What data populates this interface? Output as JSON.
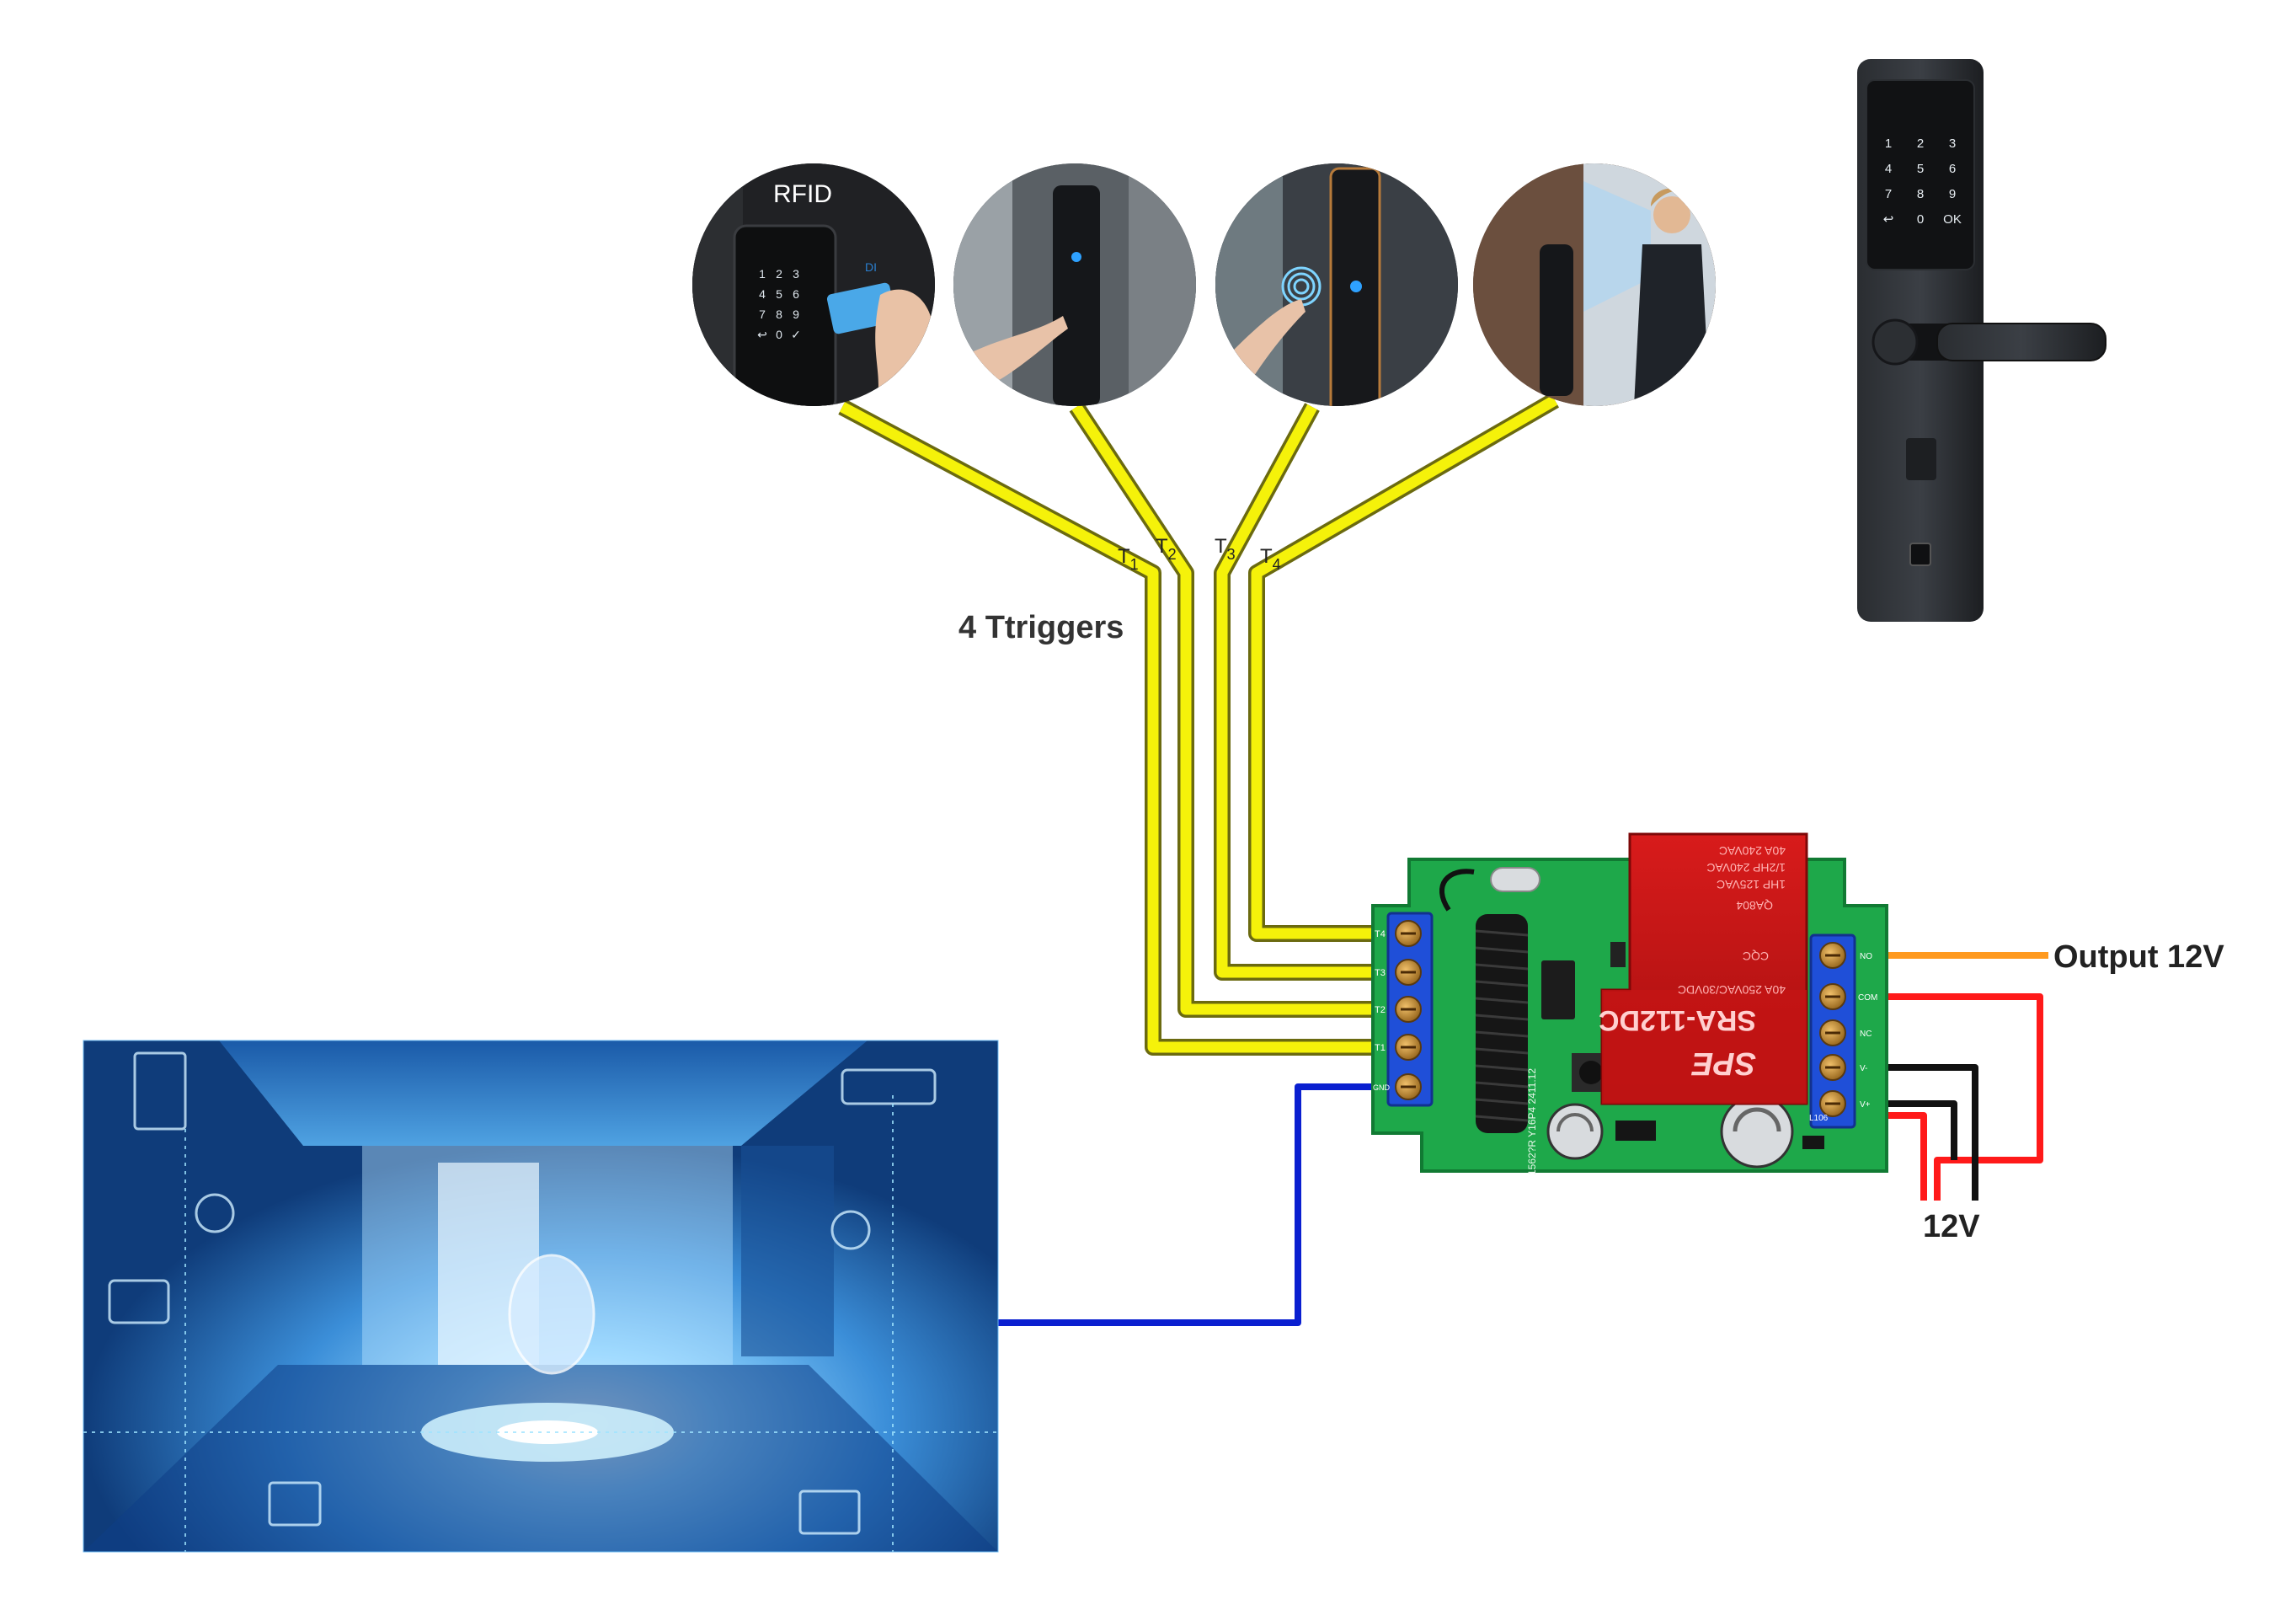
{
  "labels": {
    "rfid": "RFID",
    "triggers": "4 Ttriggers",
    "output": "Output 12V",
    "power": "12V",
    "t1": "T",
    "t1_sub": "1",
    "t2": "T",
    "t2_sub": "2",
    "t3": "T",
    "t3_sub": "3",
    "t4": "T",
    "t4_sub": "4"
  },
  "board": {
    "relay_brand": "SPE",
    "relay_model": "SRA-112DC",
    "relay_rating": "40A 250VAC/30VDC",
    "relay_spec1": "1HP 125VAC",
    "relay_spec2": "1/2HP 240VAC",
    "relay_spec3": "40A 240VAC",
    "relay_code": "QA804",
    "relay_cert": "CQC",
    "pcb_code": "1562?R  Y16P4  2411.12",
    "ic_label": "L106",
    "pin_t4": "T4",
    "pin_t3": "T3",
    "pin_t2": "T2",
    "pin_t1": "T1",
    "pin_gnd": "GND",
    "pin_no": "NO",
    "pin_com": "COM",
    "pin_nc": "NC",
    "pin_vminus": "V-",
    "pin_vplus": "V+"
  },
  "lock_keypad": [
    "1",
    "2",
    "3",
    "4",
    "5",
    "6",
    "7",
    "8",
    "9",
    "↩",
    "0",
    "OK"
  ],
  "rfid_keypad": [
    "1",
    "2",
    "3",
    "4",
    "5",
    "6",
    "7",
    "8",
    "9",
    "↩",
    "0",
    "✓"
  ],
  "card_text": "DI",
  "colors": {
    "trigger_wire": "#f5f20a",
    "signal_wire": "#0a1fd0",
    "output_wire": "#ff9a1f",
    "positive_wire": "#ff1a1a",
    "negative_wire": "#111111",
    "pcb_green": "#1ea84a",
    "terminal_blue": "#1f4fd8",
    "smart_home_blue": "#4aa3e8"
  },
  "icons": [
    "rfid-card-icon",
    "fingerprint-icon",
    "face-recognition-icon",
    "smart-lock-icon",
    "smart-home-icon"
  ]
}
